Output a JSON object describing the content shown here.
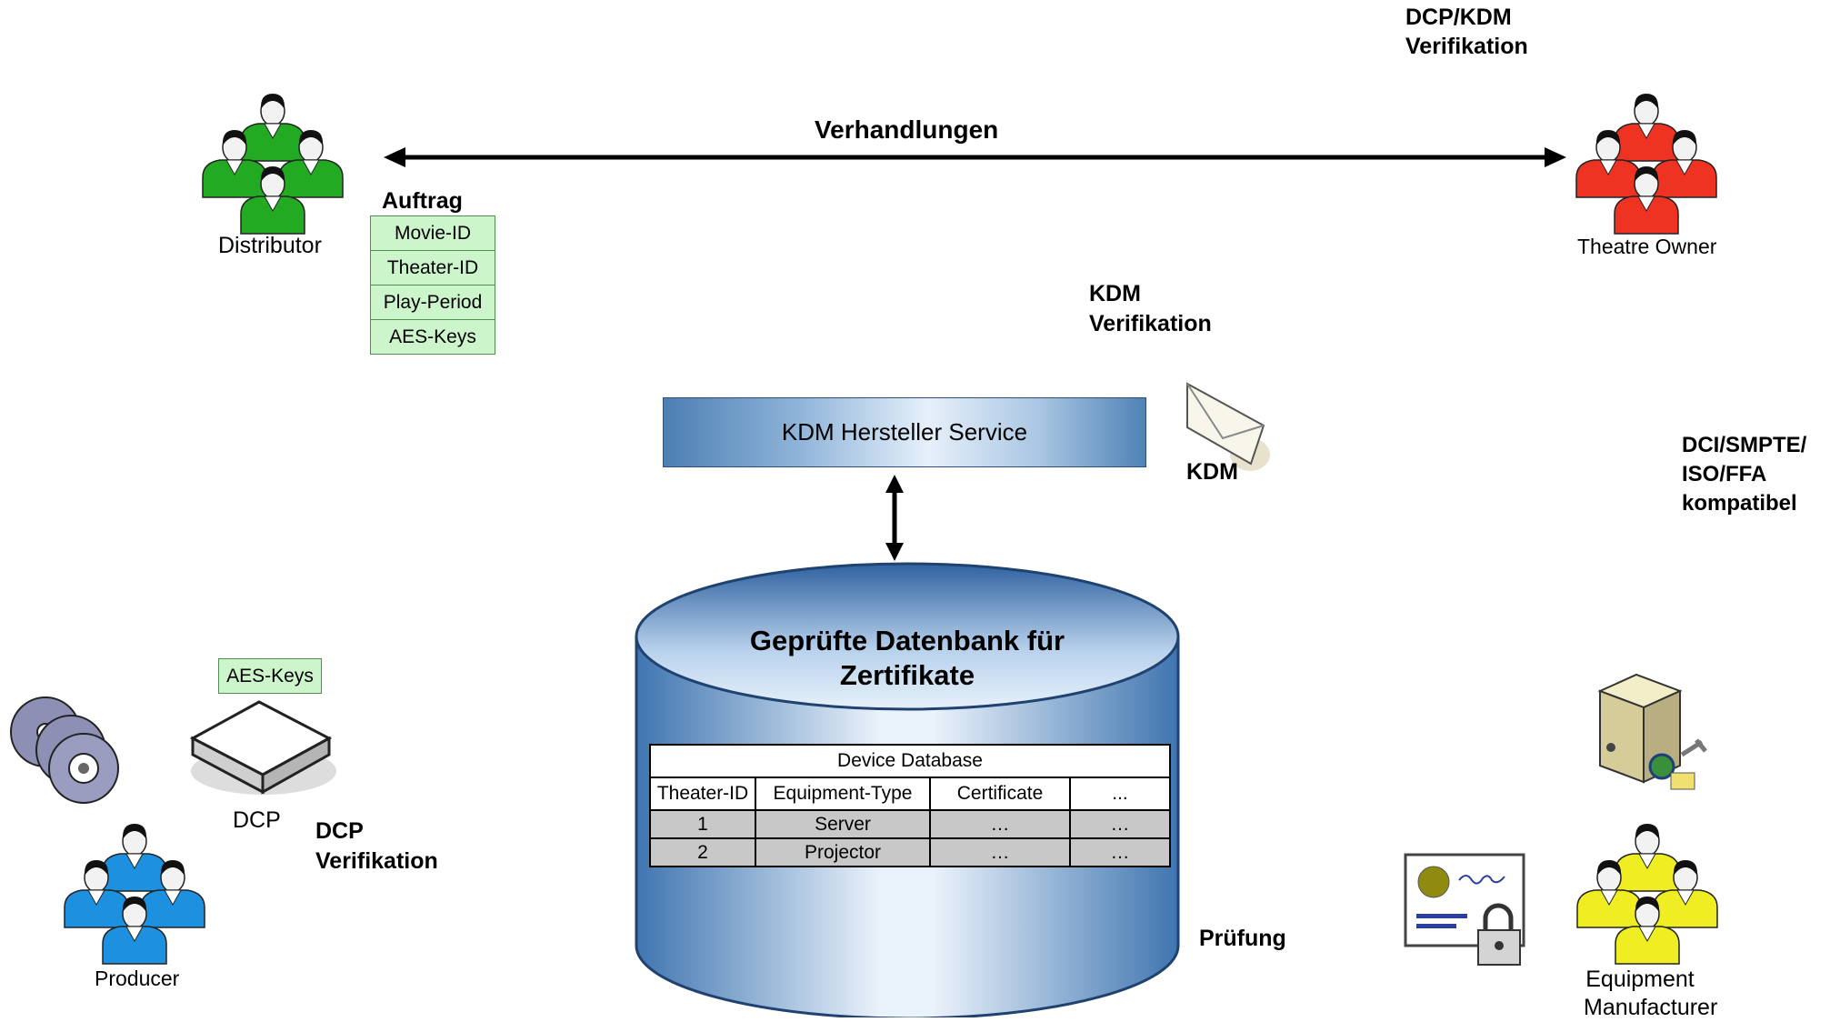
{
  "negotiation": {
    "label": "Verhandlungen"
  },
  "distributor": {
    "label": "Distributor"
  },
  "theatre_owner": {
    "label": "Theatre Owner"
  },
  "producer": {
    "label": "Producer"
  },
  "equipment_manufacturer": {
    "label_line1": "Equipment",
    "label_line2": "Manufacturer"
  },
  "order": {
    "title": "Auftrag",
    "fields": [
      "Movie-ID",
      "Theater-ID",
      "Play-Period",
      "AES-Keys"
    ]
  },
  "dcp": {
    "keys_label": "AES-Keys",
    "label": "DCP"
  },
  "verification": {
    "dcp_kdm_line1": "DCP/KDM",
    "dcp_kdm_line2": "Verifikation",
    "kdm_line1": "KDM",
    "kdm_line2": "Verifikation",
    "dcp_line1": "DCP",
    "dcp_line2": "Verifikation"
  },
  "compliance": {
    "line1": "DCI/SMPTE/",
    "line2": "ISO/FFA",
    "line3": "kompatibel"
  },
  "kdm_service": {
    "label": "KDM Hersteller Service"
  },
  "kdm_envelope": {
    "label": "KDM"
  },
  "database": {
    "title_line1": "Geprüfte Datenbank für",
    "title_line2": "Zertifikate",
    "table_title": "Device Database",
    "columns": [
      "Theater-ID",
      "Equipment-Type",
      "Certificate",
      "..."
    ],
    "rows": [
      [
        "1",
        "Server",
        "…",
        "…"
      ],
      [
        "2",
        "Projector",
        "…",
        "…"
      ]
    ]
  },
  "audit": {
    "label": "Prüfung"
  },
  "colors": {
    "distributor": "#22aa22",
    "theatre_owner": "#ee3322",
    "producer": "#1e90e0",
    "manufacturer": "#eeee22",
    "service_blue": "#4c7fb3",
    "order_green": "#ccf5cc"
  }
}
